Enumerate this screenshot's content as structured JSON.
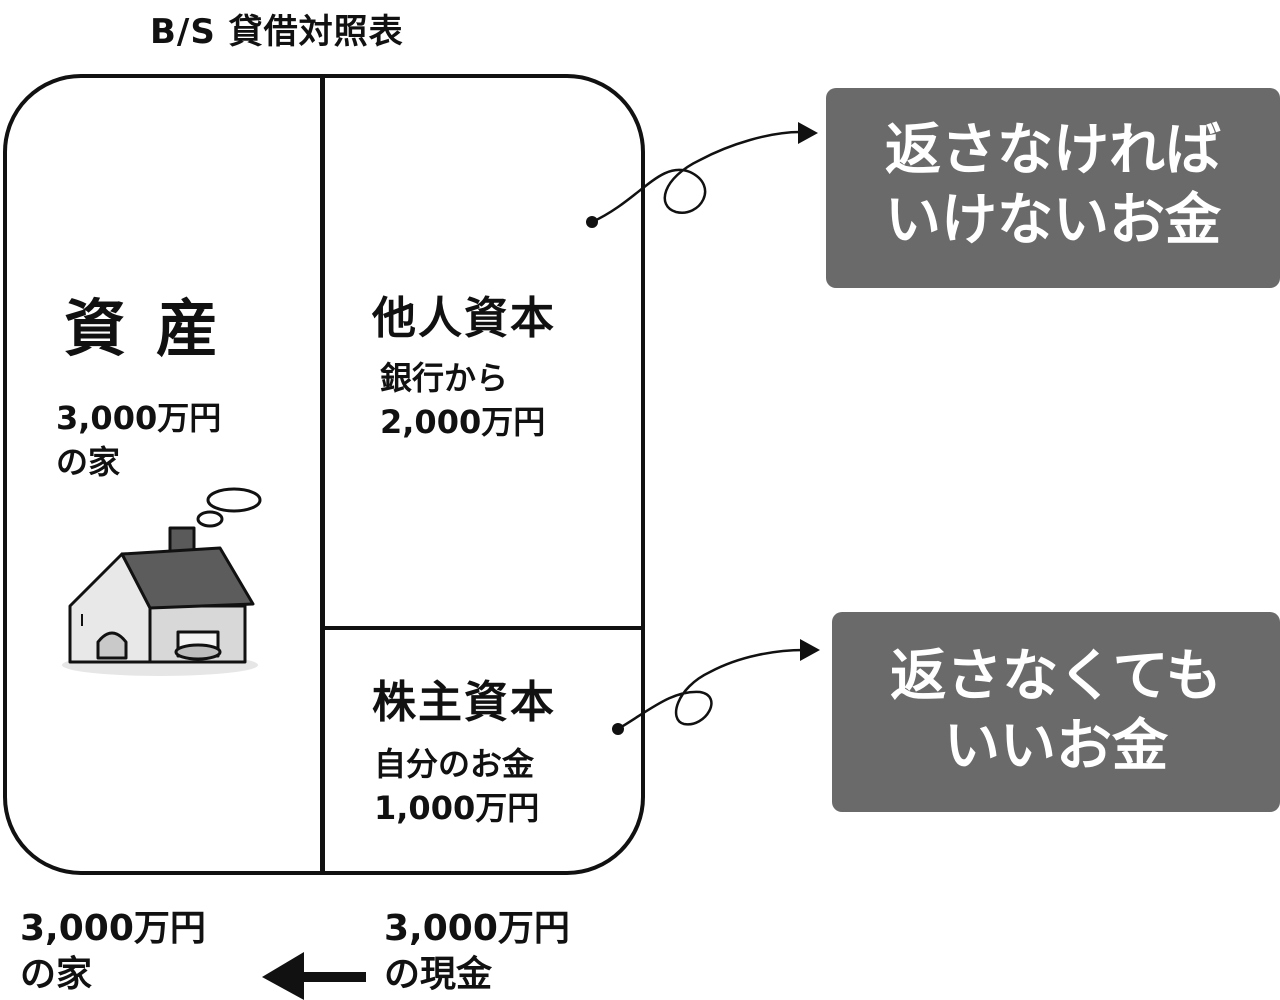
{
  "title": "B/S 貸借対照表",
  "assets": {
    "heading": "資産",
    "note_line1": "3,000万円",
    "note_line2": "の家"
  },
  "liabilities": {
    "heading": "他人資本",
    "note_line1": "銀行から",
    "note_line2": "2,000万円"
  },
  "equity": {
    "heading": "株主資本",
    "note_line1": "自分のお金",
    "note_line2": "1,000万円"
  },
  "callouts": {
    "debt_line1": "返さなければ",
    "debt_line2": "いけないお金",
    "equity_line1": "返さなくても",
    "equity_line2": "いいお金"
  },
  "bottom": {
    "left_line1": "3,000万円",
    "left_line2": "の家",
    "right_line1": "3,000万円",
    "right_line2": "の現金"
  },
  "colors": {
    "callout_background": "#6a6a6a",
    "callout_text": "#ffffff",
    "lines": "#111111"
  },
  "icons": {
    "house": "house-with-chimney-smoke",
    "arrow_left": "arrow-left-icon"
  }
}
